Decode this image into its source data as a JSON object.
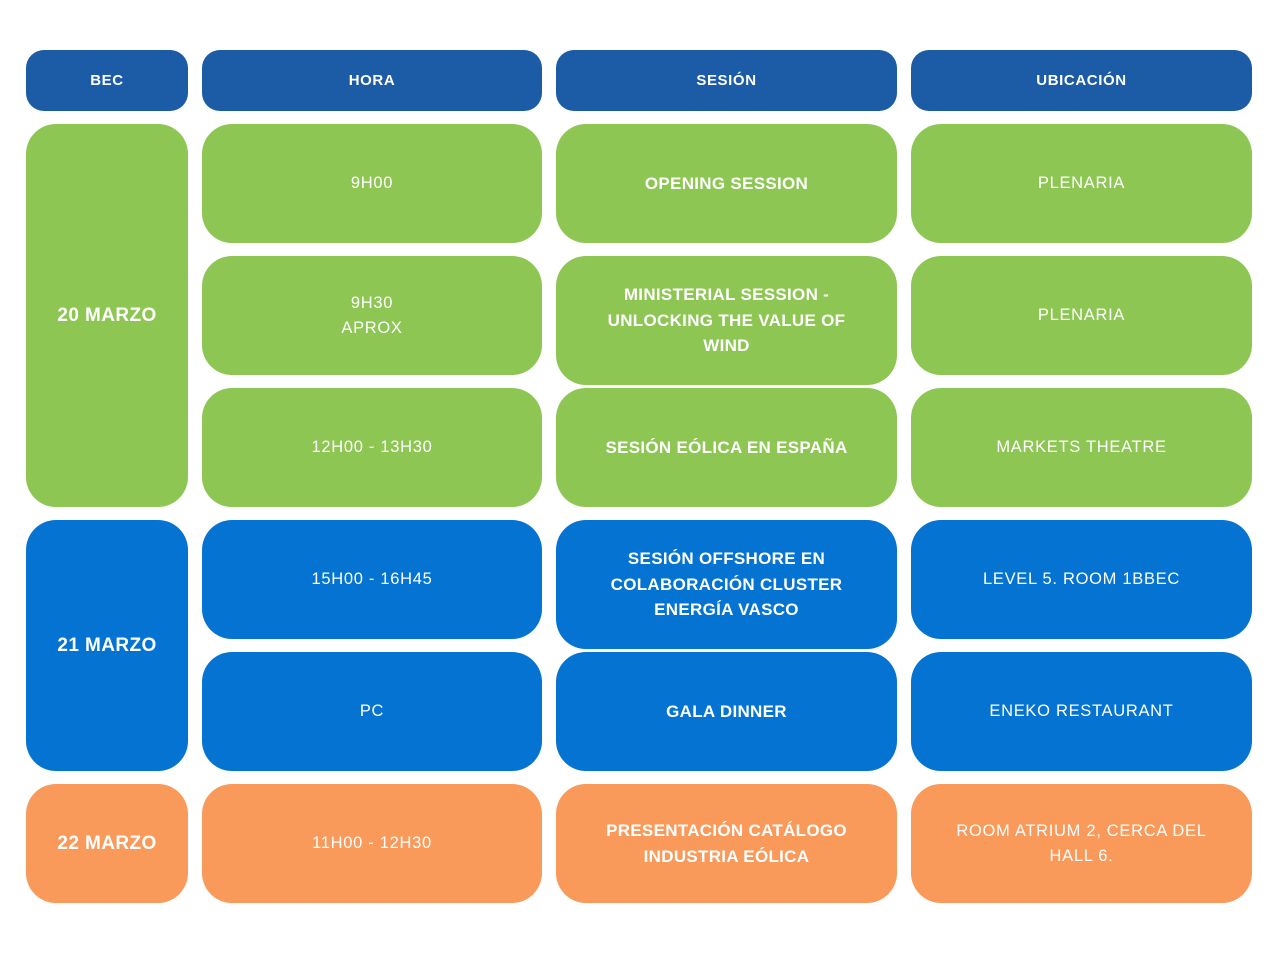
{
  "colors": {
    "header_blue": "#1c5ba6",
    "green": "#8dc653",
    "blue": "#0473d2",
    "orange": "#f9995a",
    "text": "#ffffff",
    "background": "#ffffff"
  },
  "table": {
    "headers": [
      {
        "id": "bec",
        "label": "BEC"
      },
      {
        "id": "hora",
        "label": "HORA"
      },
      {
        "id": "sesion",
        "label": "SESIÓN"
      },
      {
        "id": "ubicacion",
        "label": "UBICACIÓN"
      }
    ],
    "day_groups": [
      {
        "date": "20 MARZO",
        "color": "green",
        "rows": [
          {
            "hora": "9H00",
            "sesion": "OPENING SESSION",
            "ubicacion": "PLENARIA"
          },
          {
            "hora": "9H30\nAPROX",
            "sesion": "MINISTERIAL SESSION -\nUNLOCKING THE VALUE OF\nWIND",
            "ubicacion": "PLENARIA"
          },
          {
            "hora": "12H00 - 13H30",
            "sesion": "SESIÓN EÓLICA EN ESPAÑA",
            "ubicacion": "MARKETS THEATRE"
          }
        ]
      },
      {
        "date": "21 MARZO",
        "color": "blue",
        "rows": [
          {
            "hora": "15H00 - 16H45",
            "sesion": "SESIÓN OFFSHORE EN\nCOLABORACIÓN CLUSTER\nENERGÍA VASCO",
            "ubicacion": "LEVEL 5. ROOM 1BBEC"
          },
          {
            "hora": "PC",
            "sesion": "GALA DINNER",
            "ubicacion": "ENEKO RESTAURANT"
          }
        ]
      },
      {
        "date": "22 MARZO",
        "color": "orange",
        "rows": [
          {
            "hora": "11H00 - 12H30",
            "sesion": "PRESENTACIÓN CATÁLOGO\nINDUSTRIA EÓLICA",
            "ubicacion": "ROOM ATRIUM 2, CERCA DEL\nHALL 6."
          }
        ]
      }
    ]
  }
}
